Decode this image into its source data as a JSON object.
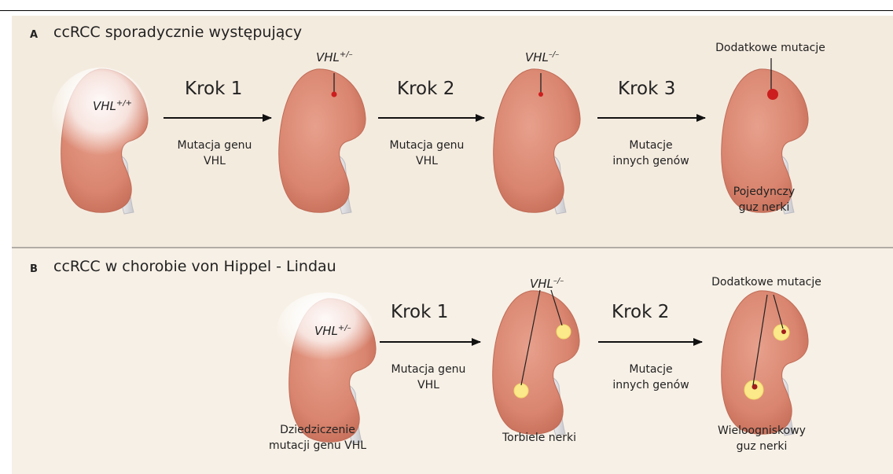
{
  "panel_a": {
    "letter": "A",
    "title": "ccRCC sporadycznie występujący",
    "steps": [
      {
        "label": "Krok 1",
        "desc_line1": "Mutacja genu",
        "desc_line2": "VHL"
      },
      {
        "label": "Krok 2",
        "desc_line1": "Mutacja genu",
        "desc_line2": "VHL"
      },
      {
        "label": "Krok 3",
        "desc_line1": "Mutacje",
        "desc_line2": "innych genów"
      }
    ],
    "genotypes": [
      {
        "base": "VHL",
        "sup": "+/+"
      },
      {
        "base": "VHL",
        "sup": "+/–"
      },
      {
        "base": "VHL",
        "sup": "–/–"
      }
    ],
    "extra_mutations": "Dodatkowe mutacje",
    "result_line1": "Pojedynczy",
    "result_line2": "guz nerki"
  },
  "panel_b": {
    "letter": "B",
    "title": "ccRCC w chorobie von Hippel - Lindau",
    "steps": [
      {
        "label": "Krok 1",
        "desc_line1": "Mutacja genu",
        "desc_line2": "VHL"
      },
      {
        "label": "Krok 2",
        "desc_line1": "Mutacje",
        "desc_line2": "innych genów"
      }
    ],
    "genotypes": [
      {
        "base": "VHL",
        "sup": "+/–"
      },
      {
        "base": "VHL",
        "sup": "–/–"
      }
    ],
    "inherit_line1": "Dziedziczenie",
    "inherit_line2": "mutacji genu VHL",
    "cysts": "Torbiele nerki",
    "extra_mutations": "Dodatkowe mutacje",
    "result_line1": "Wieloogniskowy",
    "result_line2": "guz nerki"
  },
  "colors": {
    "kidney": "#dc8b78",
    "kidney_dark": "#c46c58",
    "lesion_red": "#cc1e1e",
    "cyst_yellow": "#fbe98a",
    "panel_bg": "#f4ebdf"
  }
}
